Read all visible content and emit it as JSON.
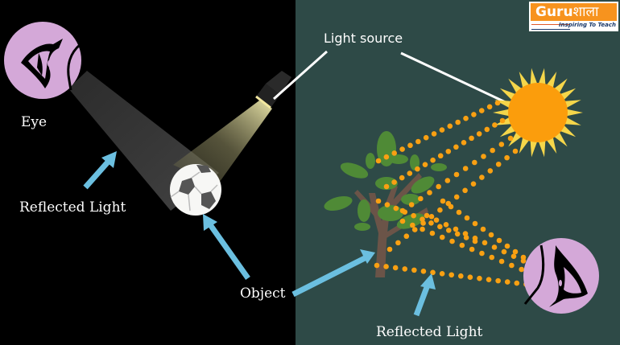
{
  "logo": {
    "brand_latin": "Guru",
    "brand_devanagari": "शाला",
    "tagline": "Inspiring To Teach"
  },
  "labels": {
    "eye": "Eye",
    "reflected_light_left": "Reflected Light",
    "object": "Object",
    "light_source": "Light source",
    "reflected_light_right": "Reflected Light"
  },
  "colors": {
    "left_background": "#000000",
    "right_background": "#2e4a47",
    "eye_circle": "#d4a8d8",
    "arrow_blue": "#6bbfe0",
    "sun_core": "#fb9d0c",
    "sun_rays": "#f5d64a",
    "light_dots": "#f9a012",
    "leaf_green": "#4f8a36",
    "trunk_brown": "#6b5448"
  }
}
